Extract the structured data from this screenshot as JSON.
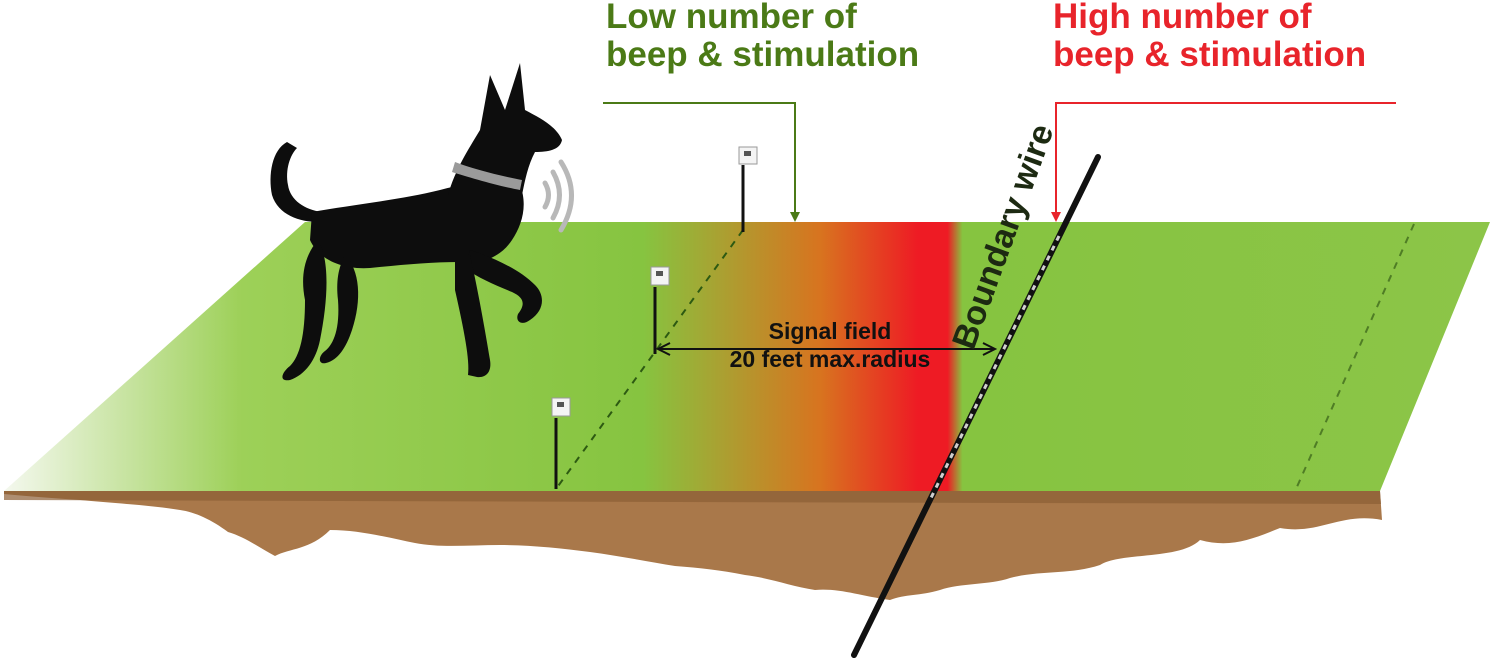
{
  "low_stimulation": {
    "line1": "Low number of",
    "line2": "beep & stimulation",
    "color": "#4b7a16"
  },
  "high_stimulation": {
    "line1": "High number of",
    "line2": "beep & stimulation",
    "color": "#e8242b"
  },
  "signal_field": {
    "line1": "Signal field",
    "line2": "20 feet max.radius"
  },
  "boundary_wire": {
    "label": "Boundary wire"
  },
  "colors": {
    "grass": "#86c440",
    "grass_light": "#9dd058",
    "warning_red": "#ee1b24",
    "soil": "#a9784a",
    "soil_dark": "#8c5e34",
    "dog": "#0d0d0d",
    "collar": "#9a9a9a",
    "wire": "#111111"
  },
  "flags": [
    {
      "name": "flag-top"
    },
    {
      "name": "flag-middle"
    },
    {
      "name": "flag-bottom"
    }
  ]
}
